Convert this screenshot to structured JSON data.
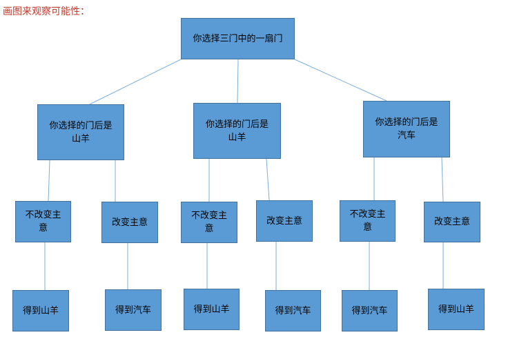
{
  "heading": "画图来观察可能性：",
  "colors": {
    "node_fill": "#5b9bd5",
    "node_border": "#41719c",
    "connector": "#7aaedb",
    "heading_text": "#c0392b"
  },
  "tree": {
    "root": {
      "label": "你选择三门中的一扇门"
    },
    "branches": [
      {
        "label": "你选择的门后是山羊",
        "keep": {
          "label": "不改变主意",
          "result": "得到山羊"
        },
        "switch": {
          "label": "改变主意",
          "result": "得到汽车"
        }
      },
      {
        "label": "你选择的门后是山羊",
        "keep": {
          "label": "不改变主意",
          "result": "得到山羊"
        },
        "switch": {
          "label": "改变主意",
          "result": "得到汽车"
        }
      },
      {
        "label": "你选择的门后是汽车",
        "keep": {
          "label": "不改变主意",
          "result": "得到汽车"
        },
        "switch": {
          "label": "改变主意",
          "result": "得到山羊"
        }
      }
    ]
  }
}
